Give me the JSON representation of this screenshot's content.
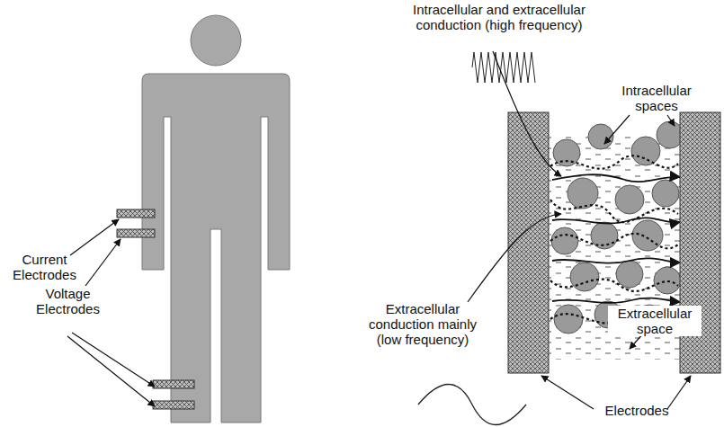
{
  "diagram": {
    "labels": [
      "Intracellular and extracellular conduction (high frequency)",
      "Intracellular spaces",
      "Current Electrodes",
      "Voltage Electrodes",
      "Extracellular conduction mainly (low frequency)",
      "Extracellular space",
      "Electrodes"
    ]
  }
}
